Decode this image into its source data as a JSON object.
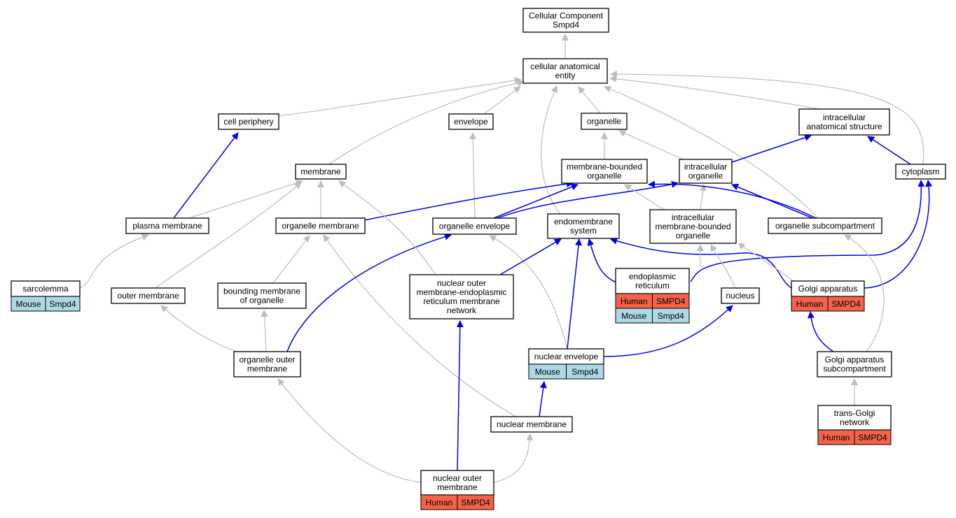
{
  "colors": {
    "edge_is_a": "#bdbdbd",
    "edge_part_of": "#0000ee",
    "human_tag": "#f4624a",
    "mouse_tag": "#add8e6"
  },
  "nodes": {
    "root": {
      "lines": [
        "Cellular Component",
        "Smpd4"
      ],
      "tags": []
    },
    "cae": {
      "lines": [
        "cellular anatomical",
        "entity"
      ],
      "tags": []
    },
    "cp": {
      "lines": [
        "cell periphery"
      ],
      "tags": []
    },
    "env": {
      "lines": [
        "envelope"
      ],
      "tags": []
    },
    "org": {
      "lines": [
        "organelle"
      ],
      "tags": []
    },
    "ias": {
      "lines": [
        "intracellular",
        "anatomical structure"
      ],
      "tags": []
    },
    "mem": {
      "lines": [
        "membrane"
      ],
      "tags": []
    },
    "mbo": {
      "lines": [
        "membrane-bounded",
        "organelle"
      ],
      "tags": []
    },
    "io": {
      "lines": [
        "intracellular",
        "organelle"
      ],
      "tags": []
    },
    "cyto": {
      "lines": [
        "cytoplasm"
      ],
      "tags": []
    },
    "pm": {
      "lines": [
        "plasma membrane"
      ],
      "tags": []
    },
    "om": {
      "lines": [
        "organelle membrane"
      ],
      "tags": []
    },
    "oe": {
      "lines": [
        "organelle envelope"
      ],
      "tags": []
    },
    "ems": {
      "lines": [
        "endomembrane",
        "system"
      ],
      "tags": []
    },
    "imbo": {
      "lines": [
        "intracellular",
        "membrane-bounded",
        "organelle"
      ],
      "tags": []
    },
    "osc": {
      "lines": [
        "organelle subcompartment"
      ],
      "tags": []
    },
    "sarco": {
      "lines": [
        "sarcolemma"
      ],
      "tags": [
        [
          "Mouse",
          "Smpd4"
        ]
      ]
    },
    "outm": {
      "lines": [
        "outer membrane"
      ],
      "tags": []
    },
    "bmo": {
      "lines": [
        "bounding membrane",
        "of organelle"
      ],
      "tags": []
    },
    "noer": {
      "lines": [
        "nuclear outer",
        "membrane-endoplasmic",
        "reticulum membrane",
        "network"
      ],
      "tags": []
    },
    "er": {
      "lines": [
        "endoplasmic",
        "reticulum"
      ],
      "tags": [
        [
          "Human",
          "SMPD4"
        ],
        [
          "Mouse",
          "Smpd4"
        ]
      ]
    },
    "nuc": {
      "lines": [
        "nucleus"
      ],
      "tags": []
    },
    "golgi": {
      "lines": [
        "Golgi apparatus"
      ],
      "tags": [
        [
          "Human",
          "SMPD4"
        ]
      ]
    },
    "oom": {
      "lines": [
        "organelle outer",
        "membrane"
      ],
      "tags": []
    },
    "ne": {
      "lines": [
        "nuclear envelope"
      ],
      "tags": [
        [
          "Mouse",
          "Smpd4"
        ]
      ]
    },
    "gas": {
      "lines": [
        "Golgi apparatus",
        "subcompartment"
      ],
      "tags": []
    },
    "nm": {
      "lines": [
        "nuclear membrane"
      ],
      "tags": []
    },
    "tgn": {
      "lines": [
        "trans-Golgi",
        "network"
      ],
      "tags": [
        [
          "Human",
          "SMPD4"
        ]
      ]
    },
    "nom": {
      "lines": [
        "nuclear outer",
        "membrane"
      ],
      "tags": [
        [
          "Human",
          "SMPD4"
        ]
      ]
    }
  }
}
